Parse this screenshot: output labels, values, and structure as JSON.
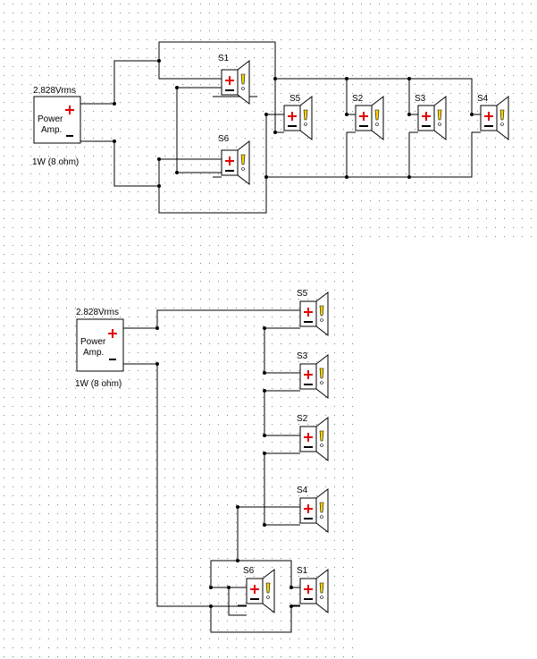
{
  "amplifiers": [
    {
      "id": "amp-top",
      "voltage_label": "2.828Vrms",
      "name_line1": "Power",
      "name_line2": "Amp.",
      "rating_label": "1W (8 ohm)"
    },
    {
      "id": "amp-bottom",
      "voltage_label": "2.828Vrms",
      "name_line1": "Power",
      "name_line2": "Amp.",
      "rating_label": "1W (8 ohm)"
    }
  ],
  "speakers_top": [
    {
      "label": "S1"
    },
    {
      "label": "S6"
    },
    {
      "label": "S5"
    },
    {
      "label": "S2"
    },
    {
      "label": "S3"
    },
    {
      "label": "S4"
    }
  ],
  "speakers_bottom": [
    {
      "label": "S5"
    },
    {
      "label": "S3"
    },
    {
      "label": "S2"
    },
    {
      "label": "S4"
    },
    {
      "label": "S6"
    },
    {
      "label": "S1"
    }
  ],
  "colors": {
    "plus": "#e00000",
    "bolt": "#ffd400",
    "wire": "#000000",
    "grid": "#808080"
  }
}
